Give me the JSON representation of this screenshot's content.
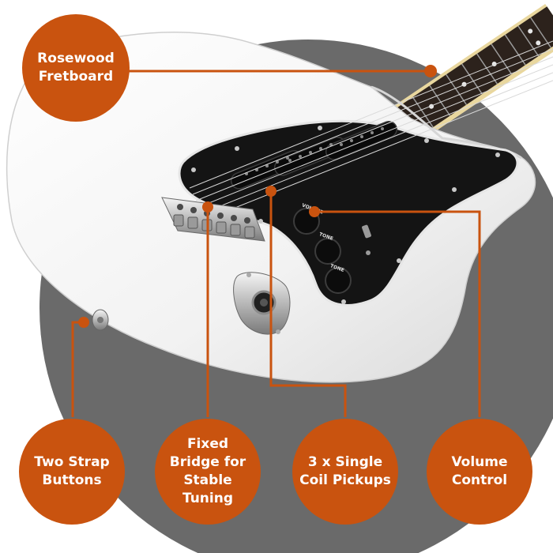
{
  "colors": {
    "accent": "#c9530f",
    "backdrop": "#6a6a6a",
    "body": "#f4f4f4",
    "pickguard": "#141414"
  },
  "callouts": {
    "fretboard": "Rosewood Fretboard",
    "strap_buttons": "Two Strap Buttons",
    "bridge": "Fixed Bridge for Stable Tuning",
    "pickups": "3 x Single Coil Pickups",
    "volume": "Volume Control"
  },
  "knob_labels": {
    "volume": "VOLUME",
    "tone_1": "TONE",
    "tone_2": "TONE"
  }
}
